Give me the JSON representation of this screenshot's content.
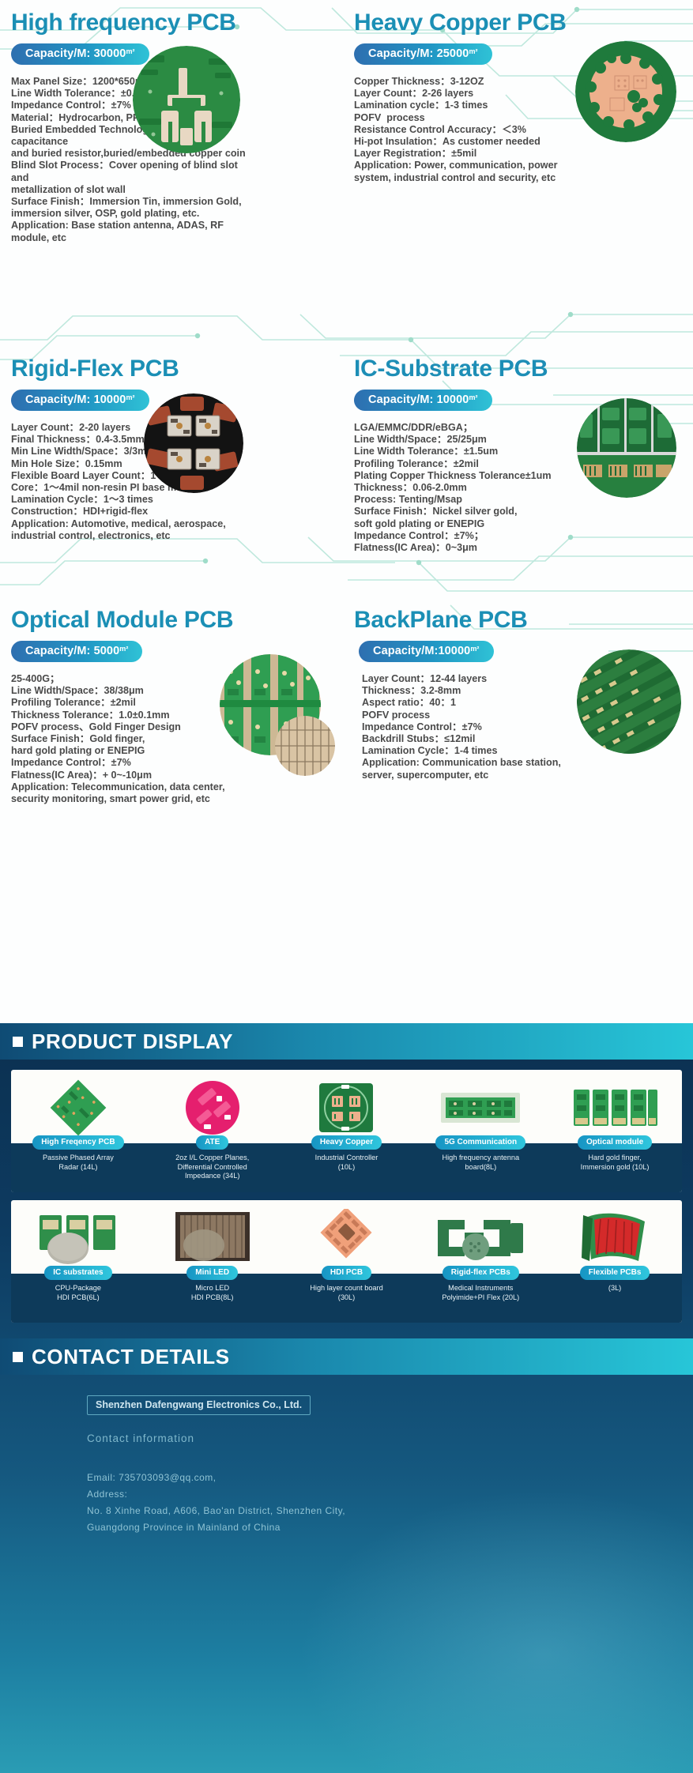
{
  "brand": {
    "accent_blue": "#1b8fb5",
    "pill_gradient_start": "#2e6fb0",
    "pill_gradient_end": "#2fc2d6",
    "panel_dark": "#0c3050"
  },
  "spec_cards": [
    {
      "id": "high-frequency-pcb",
      "title": "High frequency PCB",
      "capacity_label": "Capacity/M: 30000",
      "capacity_unit": "m²",
      "specs": [
        "Max Panel Size：1200*650mm",
        "Line Width Tolerance：±0.6mil",
        "Impedance Control：±7%",
        "Material：Hydrocarbon, PPE, PTFE",
        "Buried Embedded Technology：Buried capacitance",
        "and buried resistor,buried/embedded copper coin",
        "Blind Slot Process：Cover opening of blind slot and",
        "metallization of slot wall",
        "Surface Finish：Immersion Tin, immersion Gold,",
        "immersion silver, OSP, gold plating, etc.",
        "Application: Base station antenna, ADAS, RF module, etc"
      ],
      "photo_alt": "green high frequency pcb board"
    },
    {
      "id": "heavy-copper-pcb",
      "title": "Heavy Copper PCB",
      "capacity_label": "Capacity/M: 25000",
      "capacity_unit": "m²",
      "specs": [
        "Copper Thickness：3-12OZ",
        "Layer Count：2-26 layers",
        "Lamination cycle：1-3 times",
        "POFV  process",
        "Resistance Control Accuracy：＜3%",
        "Hi-pot Insulation：As customer needed",
        "Layer Registration：±5mil",
        "Application: Power, communication, power",
        "system, industrial control and security, etc"
      ],
      "photo_alt": "heavy copper round pcb"
    },
    {
      "id": "rigid-flex-pcb",
      "title": "Rigid-Flex PCB",
      "capacity_label": "Capacity/M: 10000",
      "capacity_unit": "m²",
      "specs": [
        "Layer Count：2-20 layers",
        "Final Thickness：0.4-3.5mm",
        "Min Line Width/Space：3/3mil",
        "Min Hole Size：0.15mm",
        "Flexible Board Layer Count：1～10 layer",
        "Core：1～4mil non-resin PI base material",
        "Lamination Cycle：1～3 times",
        "Construction：HDI+rigid-flex",
        "Application: Automotive, medical, aerospace,",
        "industrial control, electronics, etc"
      ],
      "photo_alt": "rigid flex pcb on black background"
    },
    {
      "id": "ic-substrate-pcb",
      "title": "IC-Substrate PCB",
      "capacity_label": "Capacity/M: 10000",
      "capacity_unit": "m²",
      "specs": [
        "LGA/EMMC/DDR/eBGA；",
        "Line Width/Space：25/25μm",
        "Line Width Tolerance：±1.5um",
        "Profiling Tolerance：±2mil",
        "Plating Copper Thickness Tolerance±1um",
        "Thickness：0.06-2.0mm",
        "Process: Tenting/Msap",
        "Surface Finish：Nickel silver gold,",
        "soft gold plating or ENEPIG",
        "Impedance Control：±7%；",
        "Flatness(IC Area)：0~3μm"
      ],
      "photo_alt": "ic substrate green pcb"
    },
    {
      "id": "optical-module-pcb",
      "title": "Optical Module PCB",
      "capacity_label": "Capacity/M: 5000",
      "capacity_unit": "m²",
      "specs": [
        "25-400G；",
        "Line Width/Space：38/38μm",
        "Profiling Tolerance：±2mil",
        "Thickness Tolerance：1.0±0.1mm",
        "POFV process、Gold Finger Design",
        "Surface Finish：Gold finger,",
        "hard gold plating or ENEPIG",
        "Impedance Control：±7%",
        "Flatness(IC Area)：+ 0~-10μm",
        "Application: Telecommunication, data center,",
        "security monitoring, smart power grid, etc"
      ],
      "photo_alt": "optical module pcb panel"
    },
    {
      "id": "backplane-pcb",
      "title": "BackPlane PCB",
      "capacity_label": "Capacity/M:10000",
      "capacity_unit": "m²",
      "specs": [
        "Layer Count：12-44 layers",
        "Thickness：3.2-8mm",
        "Aspect ratio：40：1",
        "POFV process",
        "Impedance Control：±7%",
        "Backdrill Stubs：≤12mil",
        "Lamination Cycle：1-4 times",
        "Application: Communication base station,",
        "server, supercomputer, etc"
      ],
      "photo_alt": "backplane multilayer pcb stack"
    }
  ],
  "product_display": {
    "title": "PRODUCT DISPLAY",
    "rows": [
      [
        {
          "pill": "High Freqency PCB",
          "desc": "Passive Phased Array\nRadar  (14L)",
          "color": "#2f9e52",
          "shape": "diamond"
        },
        {
          "pill": "ATE",
          "desc": "2oz I/L Copper Planes,\nDifferential Controlled\nImpedance  (34L)",
          "color": "#e51f6e",
          "shape": "round"
        },
        {
          "pill": "Heavy Copper",
          "desc": "Industrial Controller\n(10L)",
          "color": "#1f7a3e",
          "shape": "round"
        },
        {
          "pill": "5G Communication",
          "desc": "High frequency antenna\nboard(8L)",
          "color": "#cfe0cf",
          "shape": "rect"
        },
        {
          "pill": "Optical module",
          "desc": "Hard gold finger,\nImmersion gold  (10L)",
          "color": "#2f9e52",
          "shape": "strip"
        }
      ],
      [
        {
          "pill": "IC substrates",
          "desc": "CPU-Package\nHDI PCB(6L)",
          "color": "#2f8f4a",
          "shape": "wafer"
        },
        {
          "pill": "Mini LED",
          "desc": "Micro LED\nHDI PCB(8L)",
          "color": "#6b5b4e",
          "shape": "wafer"
        },
        {
          "pill": "HDI PCB",
          "desc": "High layer count board\n(30L)",
          "color": "#f0a07a",
          "shape": "diamond"
        },
        {
          "pill": "Rigid-flex PCBs",
          "desc": "Medical  Instruments\nPolyimide+PI Flex  (20L)",
          "color": "#2f7a4a",
          "shape": "flex"
        },
        {
          "pill": "Flexible PCBs",
          "desc": "(3L)",
          "color": "#d42a2a",
          "shape": "curve"
        }
      ]
    ]
  },
  "contact": {
    "title": "CONTACT DETAILS",
    "company": "Shenzhen Dafengwang Electronics Co., Ltd.",
    "subtitle": "Contact  information",
    "email_line": "Email:  735703093@qq.com,",
    "address_label": "Address:",
    "address_line_1": "No. 8 Xinhe Road, A606, Bao'an District, Shenzhen City,",
    "address_line_2": "Guangdong Province in Mainland of China"
  }
}
